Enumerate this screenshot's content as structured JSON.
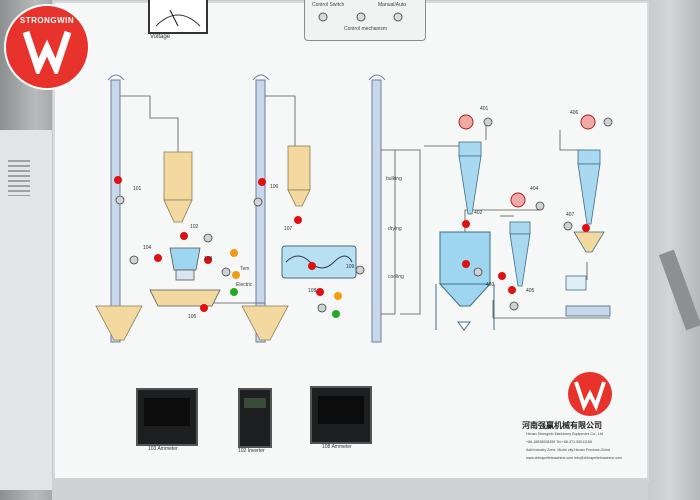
{
  "logo": {
    "text": "STRONGWIN"
  },
  "meter": {
    "label": "Voltage"
  },
  "controls": {
    "switch1": "Control Switch",
    "switch2": "Manual/Auto",
    "switch3": "Control mechanism"
  },
  "diagram": {
    "numbers": [
      "101",
      "102",
      "103",
      "104",
      "105",
      "106",
      "107",
      "108",
      "109",
      "401",
      "402",
      "403",
      "404",
      "405",
      "406",
      "407"
    ],
    "labels": {
      "tem": "Tem",
      "electric": "Electric",
      "bulking": "bulking",
      "drying": "drying",
      "cooling": "cooling"
    }
  },
  "instruments": [
    {
      "label": "103 Ammeter"
    },
    {
      "label": "102 Inverter"
    },
    {
      "label": "108 Ammeter"
    }
  ],
  "company": {
    "name_cn": "河南强赢机械有限公司",
    "name_en": "Henan Strongwin Machinery Equipment Co., Ltd",
    "phone": "+86-18838008359   Tel:+86-371-55011168",
    "address": "Add:Industry Zone, Muzhi city,Henan Province,China",
    "website": "www.chinapelletmachine.com   info@chinapelletmachine.com"
  },
  "colors": {
    "accent": "#e8332c",
    "pipe": "#c8d7ea",
    "hopper": "#f3d8a0",
    "cyan": "#9fd6ef"
  }
}
